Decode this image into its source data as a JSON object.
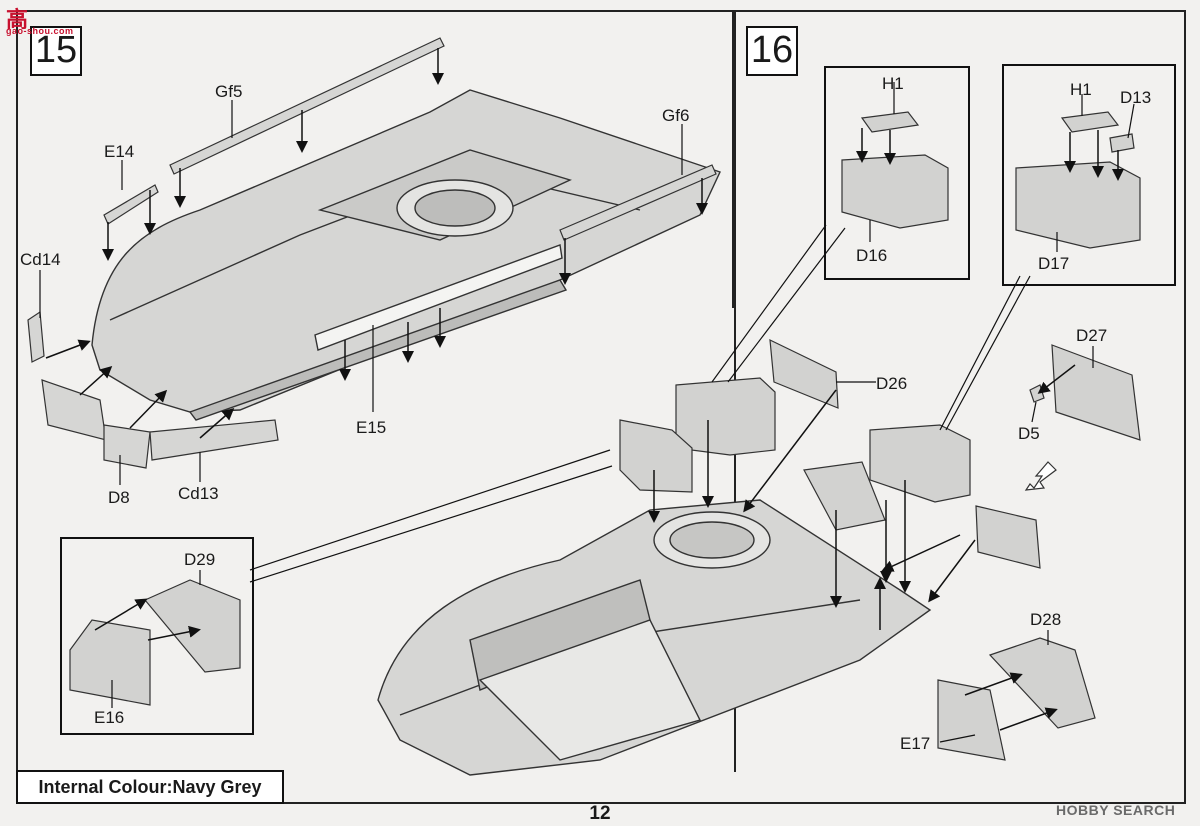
{
  "watermark_top": {
    "glyph": "高",
    "site": "gao-shou.com"
  },
  "watermark_bottom": {
    "brand": "HOBBY SEARCH"
  },
  "steps": [
    {
      "number": "15",
      "labels": [
        "Gf5",
        "Gf6",
        "E14",
        "Cd14",
        "E15",
        "D8",
        "Cd13"
      ]
    },
    {
      "number": "16",
      "labels": [
        "H1",
        "D16",
        "H1",
        "D13",
        "D17",
        "D26",
        "D27",
        "D5",
        "D29",
        "E16",
        "D28",
        "E17"
      ]
    }
  ],
  "note": "Internal Colour:Navy Grey",
  "page_number": "12",
  "colors": {
    "paper": "#f2f1ef",
    "part_fill": "#d4d4d2",
    "line": "#222222",
    "accent_red": "#c8102e",
    "accent_blue": "#1565c0"
  }
}
